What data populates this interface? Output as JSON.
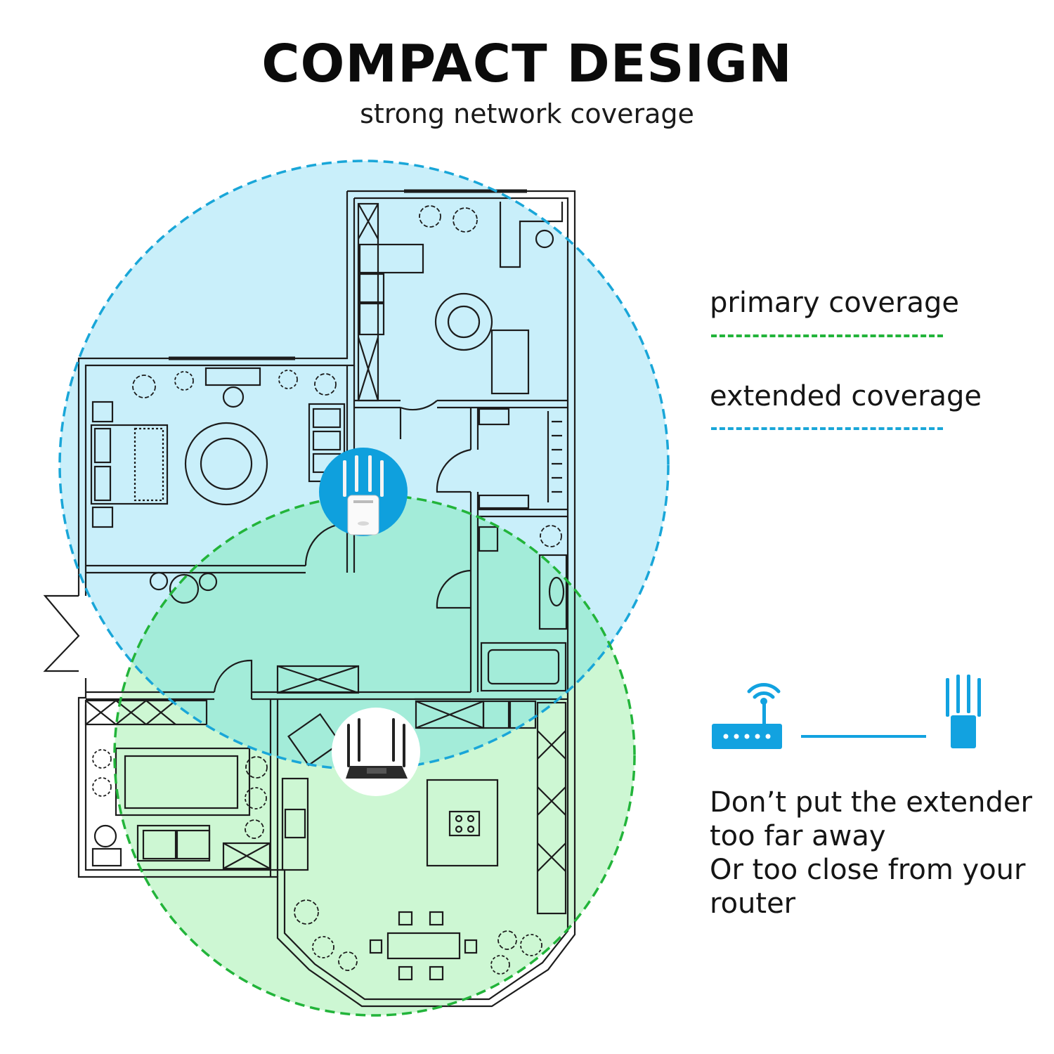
{
  "header": {
    "title": "COMPACT DESIGN",
    "subtitle": "strong network coverage"
  },
  "legend": {
    "primary": {
      "label": "primary coverage",
      "color": "#22b43a"
    },
    "extended": {
      "label": "extended coverage",
      "color": "#19a6d8"
    }
  },
  "note": {
    "lines": [
      "Don’t put the extender",
      "too far away",
      "Or too close from your",
      "router"
    ]
  },
  "colors": {
    "extended_fill": "#c9effa",
    "primary_fill": "#cdf7d3",
    "overlap_fill": "#a3ecd9",
    "extender_badge": "#0fa0dd",
    "icon_blue": "#12a2e0",
    "plan_line": "#1c1c1c"
  },
  "icons": {
    "router": "router-wifi-icon",
    "extender": "wifi-extender-icon"
  }
}
